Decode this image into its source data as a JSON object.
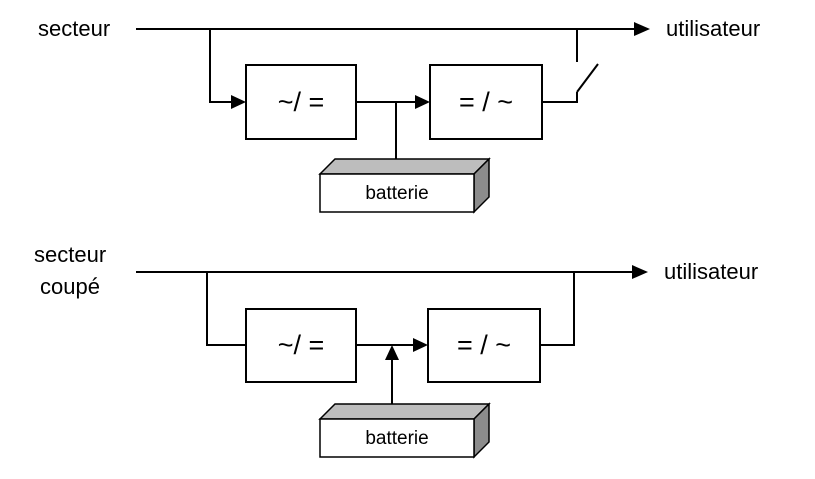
{
  "diagram1": {
    "source_label": "secteur",
    "output_label": "utilisateur",
    "rectifier_label": "~/ =",
    "inverter_label": "= / ~",
    "battery_label": "batterie"
  },
  "diagram2": {
    "source_label_line1": "secteur",
    "source_label_line2": "coupé",
    "output_label": "utilisateur",
    "rectifier_label": "~/ =",
    "inverter_label": "= / ~",
    "battery_label": "batterie"
  },
  "colors": {
    "line": "#000000",
    "battery_top": "#bdbdbd",
    "battery_side": "#8c8c8c",
    "background": "#ffffff"
  }
}
